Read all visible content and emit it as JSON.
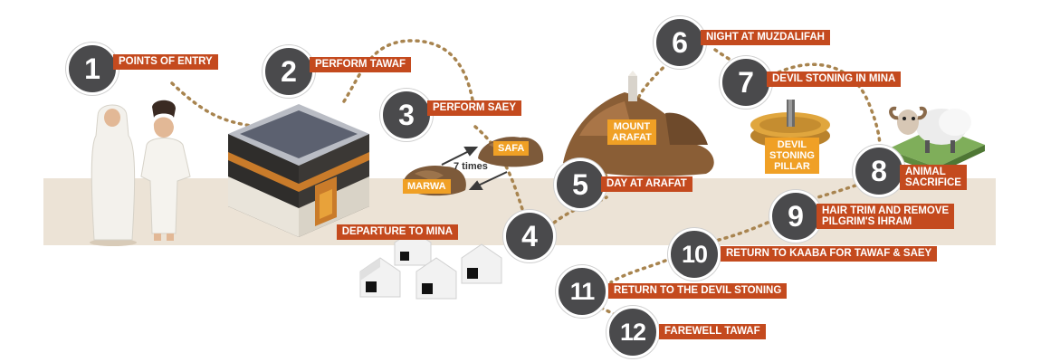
{
  "steps": [
    {
      "number": "1",
      "label": "POINTS OF ENTRY"
    },
    {
      "number": "2",
      "label": "PERFORM TAWAF"
    },
    {
      "number": "3",
      "label": "PERFORM SAEY"
    },
    {
      "number": "4",
      "label": "DEPARTURE TO MINA"
    },
    {
      "number": "5",
      "label": "DAY AT ARAFAT"
    },
    {
      "number": "6",
      "label": "NIGHT AT MUZDALIFAH"
    },
    {
      "number": "7",
      "label": "DEVIL STONING IN MINA"
    },
    {
      "number": "8",
      "label_line1": "ANIMAL",
      "label_line2": "SACRIFICE"
    },
    {
      "number": "9",
      "label_line1": "HAIR TRIM AND REMOVE",
      "label_line2": "PILGRIM'S IHRAM"
    },
    {
      "number": "10",
      "label": "RETURN TO KAABA FOR TAWAF & SAEY"
    },
    {
      "number": "11",
      "label": "RETURN TO THE DEVIL STONING"
    },
    {
      "number": "12",
      "label": "FAREWELL TAWAF"
    }
  ],
  "places": {
    "safa": "SAFA",
    "marwa": "MARWA",
    "times": "7 times",
    "arafat_line1": "MOUNT",
    "arafat_line2": "ARAFAT",
    "pillar_line1": "DEVIL",
    "pillar_line2": "STONING",
    "pillar_line3": "PILLAR"
  },
  "colors": {
    "label_bg": "#c44a1e",
    "circle_bg": "#4a4a4c",
    "place_label_bg": "#f0a025",
    "ground": "#ece3d6",
    "path_dots": "#a8844f"
  },
  "icons": [
    "pilgrims-illustration",
    "kaaba-illustration",
    "safa-rock",
    "marwa-rock",
    "mount-arafat-illustration",
    "devil-stoning-pillar-illustration",
    "sheep-illustration",
    "tents-illustration"
  ]
}
